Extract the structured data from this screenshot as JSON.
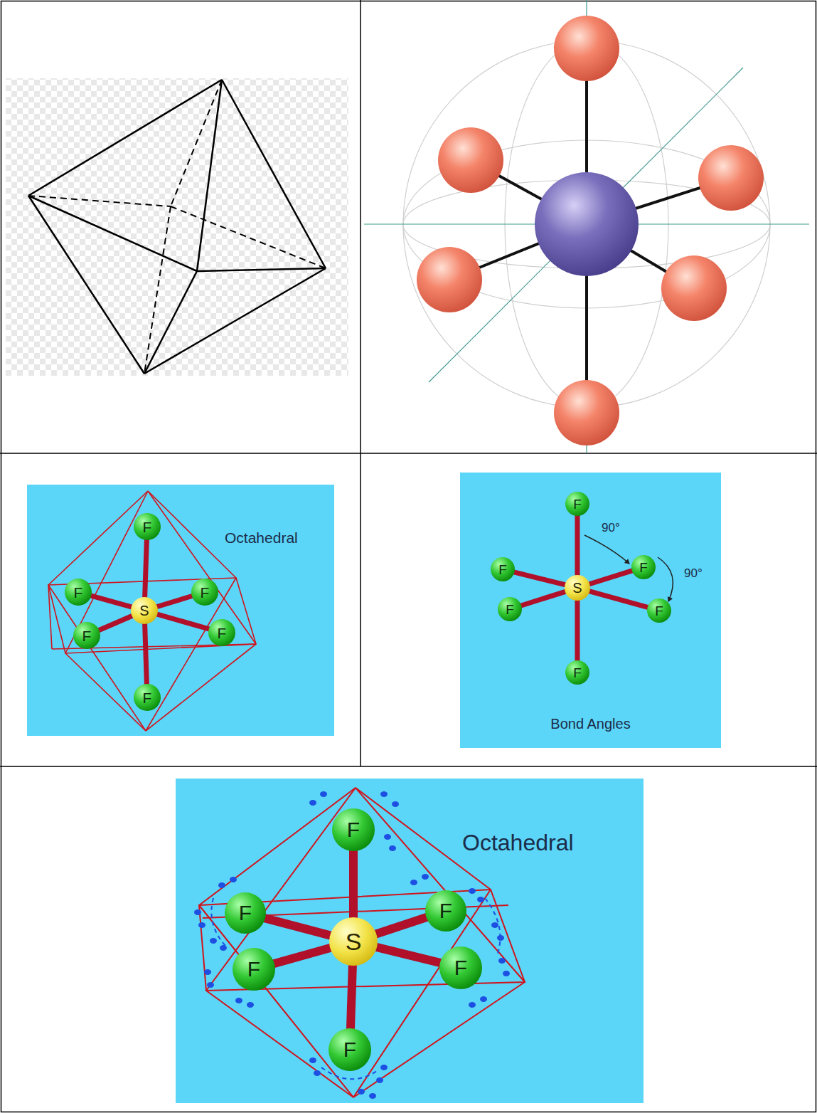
{
  "diagram": {
    "nodes": [
      {
        "text": [
          "Octahedral"
        ]
      },
      {
        "text": [
          "F"
        ],
        "in": 0
      },
      {
        "text": [
          "F"
        ],
        "in": 0
      },
      {
        "text": [
          "F"
        ],
        "in": 0
      },
      {
        "text": [
          "S"
        ],
        "in": 0
      },
      {
        "text": [
          "F"
        ],
        "in": 0
      },
      {
        "text": [
          "F"
        ],
        "in": 0
      },
      {
        "text": [
          "F"
        ],
        "in": 0
      },
      {
        "text": [
          "Bond Angles"
        ]
      },
      {
        "text": [
          "F"
        ],
        "in": 8
      },
      {
        "text": [
          "F"
        ],
        "in": 8
      },
      {
        "text": [
          "F"
        ],
        "in": 8
      },
      {
        "text": [
          "S"
        ],
        "in": 8
      },
      {
        "text": [
          "F"
        ],
        "in": 8
      },
      {
        "text": [
          "F"
        ],
        "in": 8
      },
      {
        "text": [
          "F"
        ],
        "in": 8
      },
      {
        "text": [
          "Octahedral"
        ]
      },
      {
        "text": [
          "F"
        ],
        "in": 16
      },
      {
        "text": [
          "F"
        ],
        "in": 16
      },
      {
        "text": [
          "F"
        ],
        "in": 16
      },
      {
        "text": [
          "S"
        ],
        "in": 16
      },
      {
        "text": [
          "F"
        ],
        "in": 16
      },
      {
        "text": [
          "F"
        ],
        "in": 16
      },
      {
        "text": [
          "F"
        ],
        "in": 16
      }
    ],
    "edges": [
      {
        "from": 4,
        "to": 1,
        "arrow": "none"
      },
      {
        "from": 4,
        "to": 2,
        "arrow": "none"
      },
      {
        "from": 4,
        "to": 3,
        "arrow": "none"
      },
      {
        "from": 4,
        "to": 5,
        "arrow": "none"
      },
      {
        "from": 4,
        "to": 6,
        "arrow": "none"
      },
      {
        "from": 4,
        "to": 7,
        "arrow": "none"
      },
      {
        "from": 12,
        "to": 9,
        "arrow": "none"
      },
      {
        "from": 12,
        "to": 10,
        "arrow": "none"
      },
      {
        "from": 12,
        "to": 11,
        "arrow": "none"
      },
      {
        "from": 12,
        "to": 13,
        "arrow": "none"
      },
      {
        "from": 12,
        "to": 14,
        "arrow": "none"
      },
      {
        "from": 12,
        "to": 15,
        "arrow": "none"
      },
      {
        "from": 20,
        "to": 17,
        "arrow": "none"
      },
      {
        "from": 20,
        "to": 18,
        "arrow": "none"
      },
      {
        "from": 20,
        "to": 19,
        "arrow": "none"
      },
      {
        "from": 20,
        "to": 21,
        "arrow": "none"
      },
      {
        "from": 20,
        "to": 22,
        "arrow": "none"
      },
      {
        "from": 20,
        "to": 23,
        "arrow": "none"
      }
    ],
    "labels": [
      "90°",
      "90°"
    ]
  }
}
